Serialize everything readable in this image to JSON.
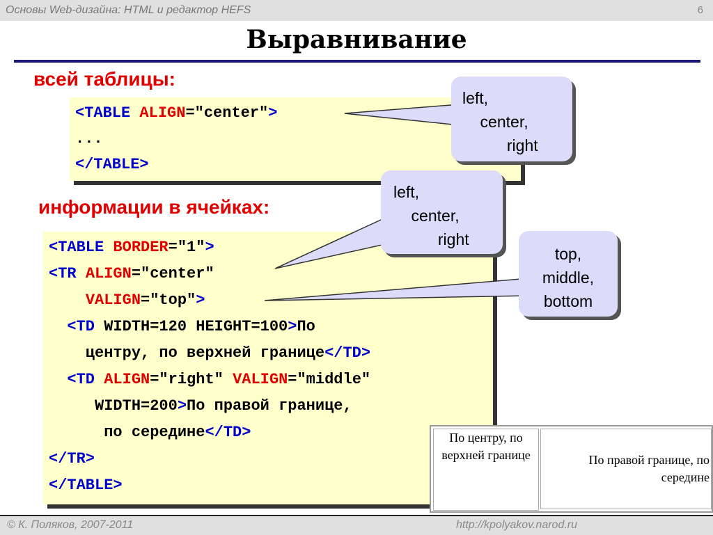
{
  "header": {
    "course": "Основы Web-дизайна: HTML и редактор HEFS",
    "slide_number": "6"
  },
  "title": "Выравнивание",
  "section1": {
    "heading": "всей таблицы:",
    "code": [
      [
        [
          "tag",
          "<TABLE "
        ],
        [
          "att",
          "ALIGN"
        ],
        [
          "txt",
          "=\"center\""
        ],
        [
          "tag",
          ">"
        ]
      ],
      [
        [
          "txt",
          "..."
        ]
      ],
      [
        [
          "tag",
          "</TABLE>"
        ]
      ]
    ],
    "callout": [
      "left,",
      "    center,",
      "          right"
    ]
  },
  "section2": {
    "heading": "информации в ячейках:",
    "code": [
      [
        [
          "tag",
          "<TABLE "
        ],
        [
          "att",
          "BORDER"
        ],
        [
          "txt",
          "=\"1\""
        ],
        [
          "tag",
          ">"
        ]
      ],
      [
        [
          "tag",
          "<TR "
        ],
        [
          "att",
          "ALIGN"
        ],
        [
          "txt",
          "=\"center\""
        ]
      ],
      [
        [
          "txt",
          "    "
        ],
        [
          "att",
          "VALIGN"
        ],
        [
          "txt",
          "=\"top\""
        ],
        [
          "tag",
          ">"
        ]
      ],
      [
        [
          "txt",
          "  "
        ],
        [
          "tag",
          "<TD "
        ],
        [
          "txt",
          "WIDTH=120 HEIGHT=100"
        ],
        [
          "tag",
          ">"
        ],
        [
          "txt",
          "По"
        ]
      ],
      [
        [
          "txt",
          "    центру, по верхней границе"
        ],
        [
          "tag",
          "</TD>"
        ]
      ],
      [
        [
          "txt",
          "  "
        ],
        [
          "tag",
          "<TD "
        ],
        [
          "att",
          "ALIGN"
        ],
        [
          "txt",
          "=\"right\" "
        ],
        [
          "att",
          "VALIGN"
        ],
        [
          "txt",
          "=\"middle\""
        ]
      ],
      [
        [
          "txt",
          "     WIDTH=200"
        ],
        [
          "tag",
          ">"
        ],
        [
          "txt",
          "По правой границе,"
        ]
      ],
      [
        [
          "txt",
          "      по середине"
        ],
        [
          "tag",
          "</TD>"
        ]
      ],
      [
        [
          "tag",
          "</TR>"
        ]
      ],
      [
        [
          "tag",
          "</TABLE>"
        ]
      ]
    ],
    "callout_align": [
      "left,",
      "    center,",
      "          right"
    ],
    "callout_valign": [
      "top,",
      "middle,",
      "bottom"
    ]
  },
  "result_table": {
    "cell1": "По центру, по верхней границе",
    "cell2": "По правой границе, по середине"
  },
  "footer": {
    "author": "© К. Поляков, 2007-2011",
    "url": "http://kpolyakov.narod.ru"
  }
}
